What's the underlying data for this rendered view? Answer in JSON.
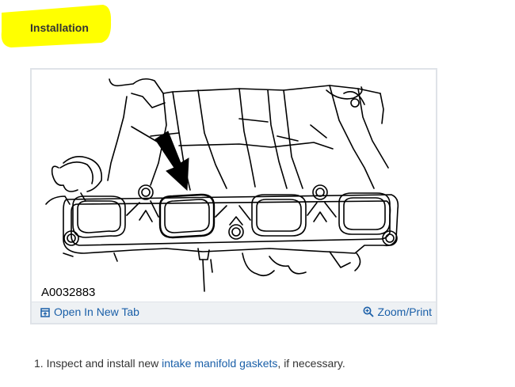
{
  "section": {
    "title": "Installation",
    "highlight_color": "#ffff00"
  },
  "figure": {
    "id": "A0032883",
    "open_tab_label": "Open In New Tab",
    "zoom_label": "Zoom/Print",
    "link_color": "#1a5fa8"
  },
  "steps": [
    {
      "number": "1.",
      "before": "Inspect and install new ",
      "link": "intake manifold gaskets",
      "after": ", if necessary."
    }
  ]
}
